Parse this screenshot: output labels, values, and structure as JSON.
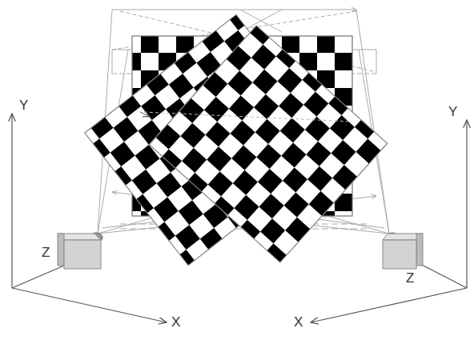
{
  "diagram": {
    "labels": [
      "Y",
      "Y",
      "Z",
      "Z",
      "X",
      "X"
    ]
  }
}
